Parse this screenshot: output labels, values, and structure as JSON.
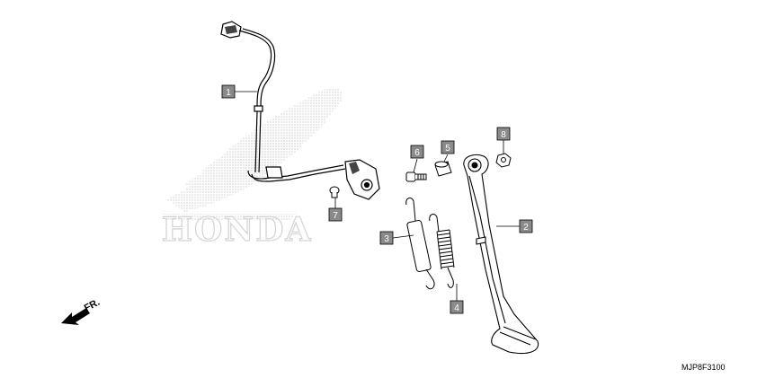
{
  "diagram": {
    "drawing_code": "MJP8F3100",
    "direction_label": "FR.",
    "watermark": {
      "brand": "HONDA"
    },
    "callouts": [
      {
        "id": "1",
        "label": "1"
      },
      {
        "id": "2",
        "label": "2"
      },
      {
        "id": "3",
        "label": "3"
      },
      {
        "id": "4",
        "label": "4"
      },
      {
        "id": "5",
        "label": "5"
      },
      {
        "id": "6",
        "label": "6"
      },
      {
        "id": "7",
        "label": "7"
      },
      {
        "id": "8",
        "label": "8"
      }
    ],
    "colors": {
      "callout_fill": "#8a8a8a",
      "line": "#000000",
      "watermark": "#d0d0d0"
    }
  }
}
